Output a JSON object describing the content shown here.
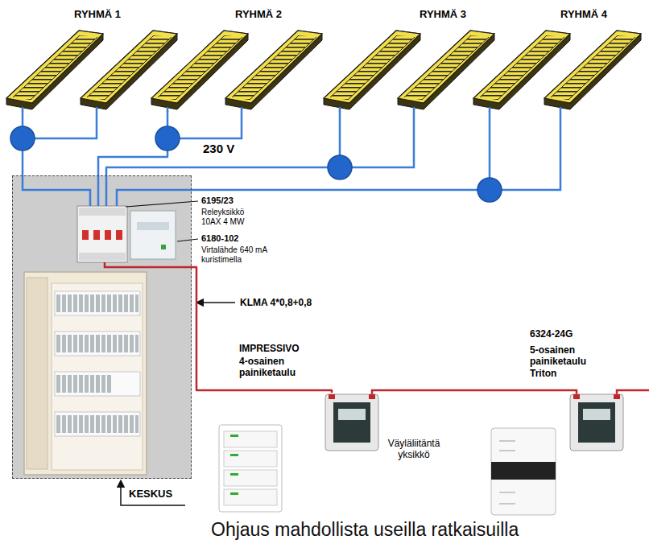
{
  "diagram": {
    "caption": "Ohjaus mahdollista useilla ratkaisuilla",
    "nodes": [
      {
        "text": [
          "RYHMÄ 1"
        ]
      },
      {
        "text": [
          "RYHMÄ 2"
        ]
      },
      {
        "text": [
          "RYHMÄ 3"
        ]
      },
      {
        "text": [
          "RYHMÄ 4"
        ]
      },
      {
        "text": [
          "KESKUS"
        ]
      },
      {
        "text": [
          "IMPRESSIVO",
          "4-osainen painiketaulu"
        ]
      },
      {
        "text": [
          "Väyläliitäntä yksikkö"
        ]
      },
      {
        "text": [
          "6324-24G",
          "5-osainen painiketaulu Triton"
        ]
      }
    ],
    "edges": [
      {
        "from": 0,
        "to": 4,
        "arrow": "none"
      },
      {
        "from": 1,
        "to": 4,
        "arrow": "none"
      },
      {
        "from": 2,
        "to": 4,
        "arrow": "none"
      },
      {
        "from": 3,
        "to": 4,
        "arrow": "none"
      },
      {
        "from": 4,
        "to": 6,
        "arrow": "none"
      }
    ],
    "labels": [
      "230 V",
      "6195/23",
      "Releyksikkö 10AX 4 MW",
      "6180-102",
      "Virtalähde 640 mA kuristimella",
      "KLMA 4*0,8+0,8"
    ]
  }
}
